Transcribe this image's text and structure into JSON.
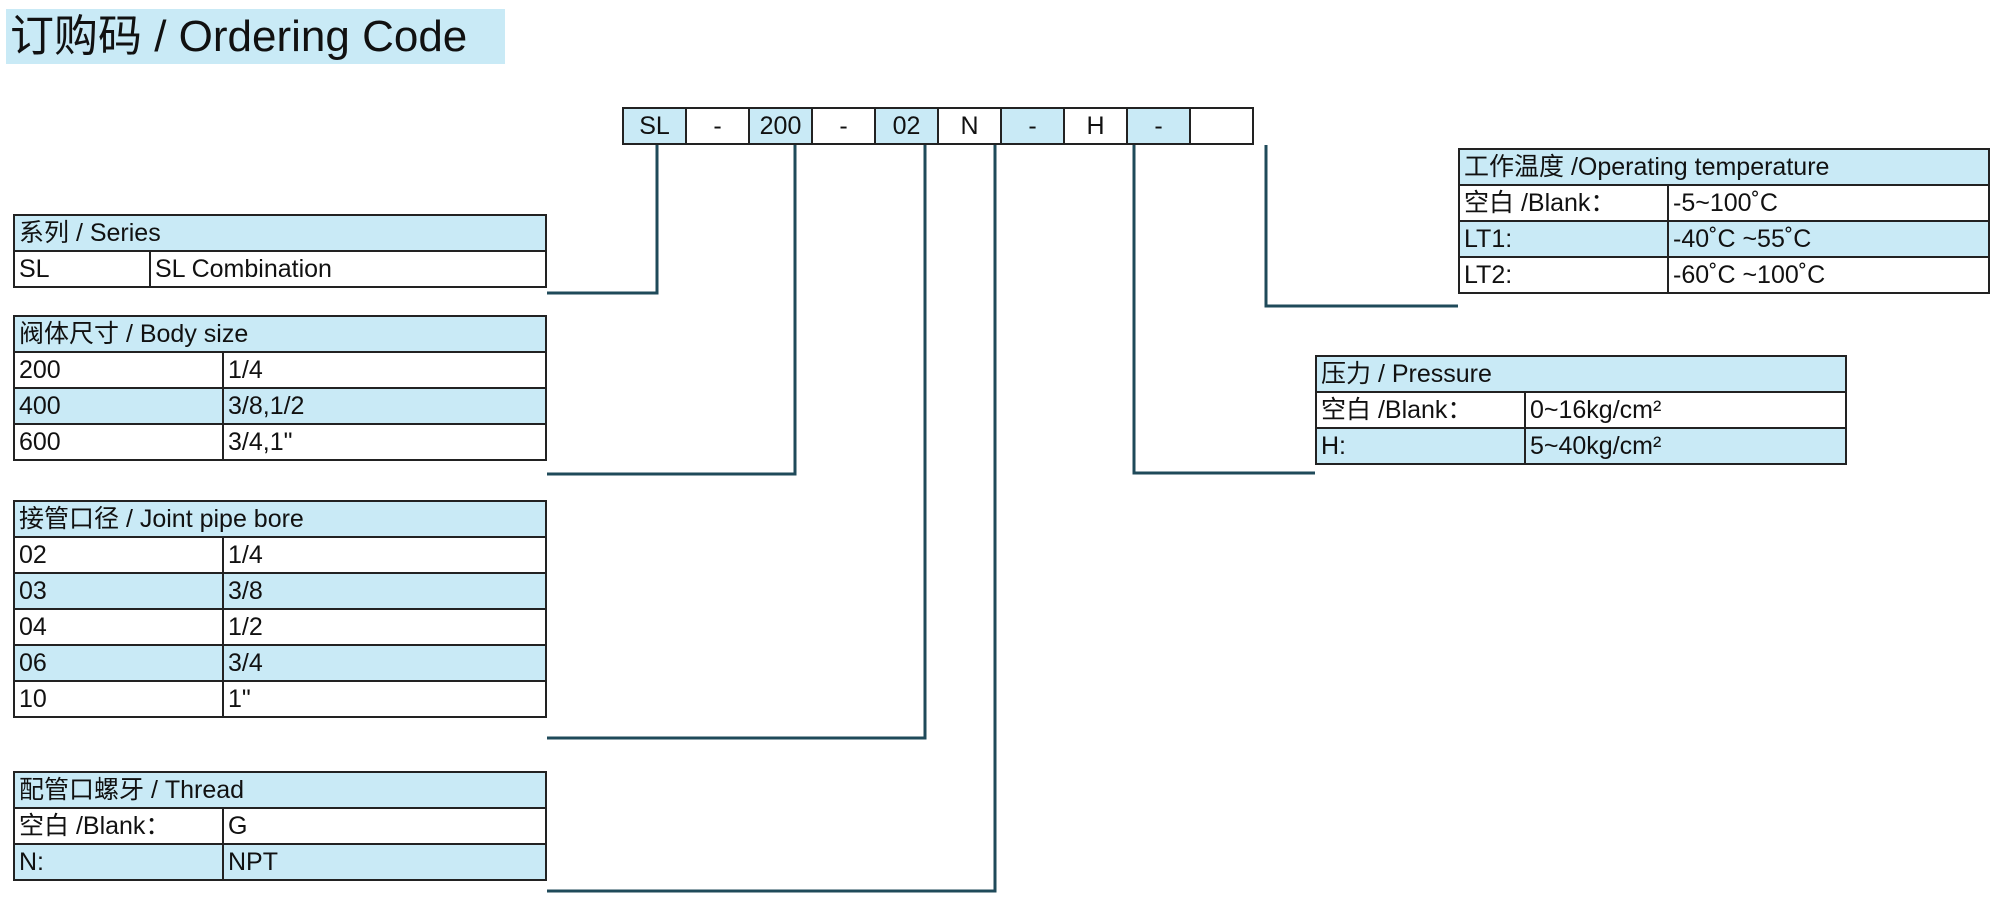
{
  "title": "订购码 / Ordering Code",
  "code_boxes": [
    {
      "text": "SL",
      "shaded": true
    },
    {
      "text": "-",
      "shaded": false
    },
    {
      "text": "200",
      "shaded": true
    },
    {
      "text": "-",
      "shaded": false
    },
    {
      "text": "02",
      "shaded": true
    },
    {
      "text": "N",
      "shaded": false
    },
    {
      "text": "-",
      "shaded": true
    },
    {
      "text": "H",
      "shaded": false
    },
    {
      "text": "-",
      "shaded": true
    },
    {
      "text": "",
      "shaded": false
    }
  ],
  "tables": {
    "series": {
      "header": "系列 / Series",
      "rows": [
        [
          "SL",
          "SL Combination"
        ]
      ]
    },
    "body_size": {
      "header": "阀体尺寸 / Body size",
      "rows": [
        [
          "200",
          "1/4"
        ],
        [
          "400",
          "3/8,1/2"
        ],
        [
          "600",
          "3/4,1\""
        ]
      ]
    },
    "joint_pipe_bore": {
      "header": "接管口径 / Joint pipe bore",
      "rows": [
        [
          "02",
          "1/4"
        ],
        [
          "03",
          "3/8"
        ],
        [
          "04",
          "1/2"
        ],
        [
          "06",
          "3/4"
        ],
        [
          "10",
          "1\""
        ]
      ]
    },
    "thread": {
      "header": "配管口螺牙 / Thread",
      "rows": [
        [
          "空白 /Blank：",
          "G"
        ],
        [
          "N:",
          "NPT"
        ]
      ]
    },
    "operating_temperature": {
      "header": "工作温度 /Operating temperature",
      "rows": [
        [
          "空白 /Blank：",
          "-5~100˚C"
        ],
        [
          "LT1:",
          "-40˚C ~55˚C"
        ],
        [
          "LT2:",
          "-60˚C ~100˚C"
        ]
      ]
    },
    "pressure": {
      "header": "压力 / Pressure",
      "rows": [
        [
          "空白 /Blank：",
          "0~16kg/cm²"
        ],
        [
          "H:",
          "5~40kg/cm²"
        ]
      ]
    }
  },
  "colors": {
    "shade": "#c9eaf6",
    "connector": "#1f4a5a",
    "border": "#222222"
  }
}
